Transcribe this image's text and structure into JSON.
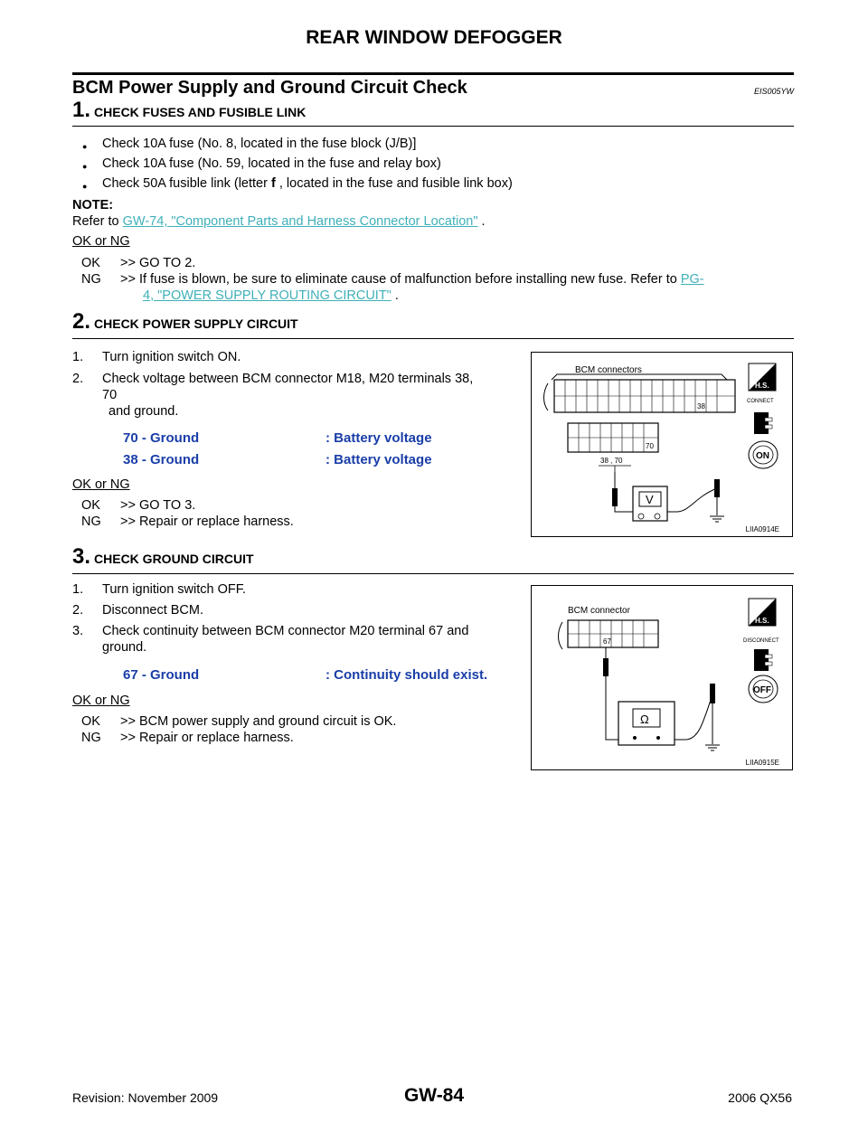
{
  "header": {
    "title": "REAR WINDOW DEFOGGER"
  },
  "section": {
    "title": "BCM Power Supply and Ground Circuit Check",
    "code": "EIS005YW"
  },
  "step1": {
    "num": "1.",
    "title": "CHECK FUSES AND FUSIBLE LINK",
    "bullets": [
      "Check 10A fuse (No. 8, located in the fuse block (J/B)]",
      "Check 10A fuse (No. 59, located in the fuse and relay box)",
      "Check 50A fusible link (letter",
      "f",
      ", located in the fuse and fusible link box)"
    ],
    "note_label": "NOTE:",
    "note_prefix": "Refer to",
    "note_link": "GW-74, \"Component Parts and Harness Connector Location\"",
    "note_suffix": ".",
    "okng": "OK or NG",
    "ok_key": "OK",
    "ok_text": ">> GO TO 2.",
    "ng_key": "NG",
    "ng_text": ">> If fuse is blown, be sure to eliminate cause of malfunction before installing new fuse. Refer to",
    "ng_link_a": "PG-",
    "ng_link_b": "4, \"POWER SUPPLY ROUTING CIRCUIT\"",
    "ng_suffix": "."
  },
  "step2": {
    "num": "2.",
    "title": "CHECK POWER SUPPLY CIRCUIT",
    "items": [
      "1.",
      "Turn ignition switch ON.",
      "2.",
      "Check voltage between BCM connector M18, M20 terminals 38,",
      "70",
      "and ground."
    ],
    "specs": [
      {
        "left": "70 - Ground",
        "right": ": Battery voltage"
      },
      {
        "left": "38 - Ground",
        "right": ": Battery voltage"
      }
    ],
    "okng": "OK or NG",
    "ok_key": "OK",
    "ok_text": ">> GO TO 3.",
    "ng_key": "NG",
    "ng_text": ">> Repair or replace harness.",
    "figure": {
      "label": "BCM connectors",
      "term_a": "38",
      "term_b": "70",
      "probe": "38 , 70",
      "meter": "V",
      "hs": "H.S.",
      "state": "CONNECT",
      "switch": "ON",
      "code": "LIIA0914E"
    }
  },
  "step3": {
    "num": "3.",
    "title": "CHECK GROUND CIRCUIT",
    "items": [
      "1.",
      "Turn ignition switch OFF.",
      "2.",
      "Disconnect BCM.",
      "3.",
      "Check continuity between BCM connector M20 terminal 67 and",
      "ground."
    ],
    "specs": [
      {
        "left": "67 - Ground",
        "right": ": Continuity should exist."
      }
    ],
    "okng": "OK or NG",
    "ok_key": "OK",
    "ok_text": ">> BCM power supply and ground circuit is OK.",
    "ng_key": "NG",
    "ng_text": ">> Repair or replace harness.",
    "figure": {
      "label": "BCM connector",
      "term": "67",
      "meter": "Ω",
      "hs": "H.S.",
      "state": "DISCONNECT",
      "switch": "OFF",
      "code": "LIIA0915E"
    }
  },
  "footer": {
    "revision": "Revision: November 2009",
    "page": "GW-84",
    "model": "2006 QX56"
  },
  "colors": {
    "link": "#3fb0b8",
    "spec": "#1a3ea8"
  }
}
